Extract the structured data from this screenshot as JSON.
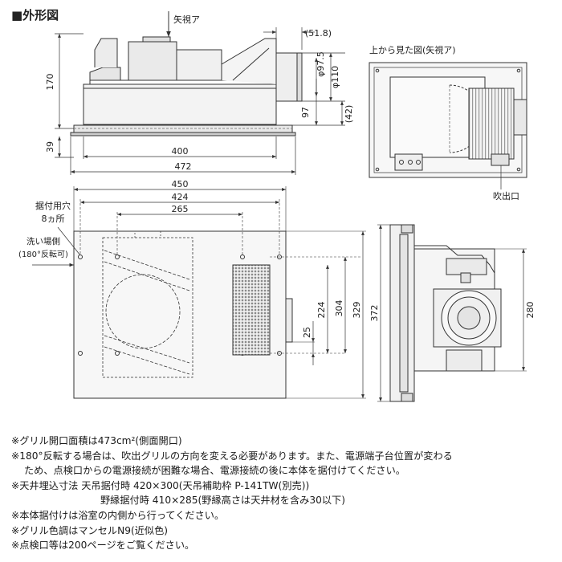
{
  "heading": "■外形図",
  "side_view": {
    "arrow_label": "矢視ア",
    "dims": {
      "offset": "(51.8)",
      "height": "170",
      "bottom": "39",
      "duct_inner": "φ97.5",
      "duct_outer": "φ110",
      "duct_center": "97",
      "duct_gap": "(42)",
      "width_inner": "400",
      "width_outer": "472"
    }
  },
  "top_view": {
    "title": "上から見た図(矢視ア)",
    "outlet_label": "吹出口"
  },
  "plan_view": {
    "mount_holes_label": "据付用穴",
    "mount_holes_count": "8ヵ所",
    "wash_side_label": "洗い場側",
    "wash_side_note": "(180°反転可)",
    "dims": {
      "w450": "450",
      "w424": "424",
      "w265": "265",
      "h224": "224",
      "h304": "304",
      "h329": "329",
      "d25": "25"
    }
  },
  "end_view": {
    "dims": {
      "h372": "372",
      "h280": "280"
    }
  },
  "notes": [
    {
      "text": "※グリル開口面積は473cm²(側面開口)",
      "indent": 0
    },
    {
      "text": "※180°反転する場合は、吹出グリルの方向を変える必要があります。また、電源端子台位置が変わる",
      "indent": 0
    },
    {
      "text": "ため、点検口からの電源接続が困難な場合、電源接続の後に本体を据付けてください。",
      "indent": 1
    },
    {
      "text": "※天井埋込寸法 天吊据付時 420×300(天吊補助枠 P-141TW(別売))",
      "indent": 0
    },
    {
      "text": "野縁据付時 410×285(野縁高さは天井材を含み30以下)",
      "indent": 2
    },
    {
      "text": "※本体据付けは浴室の内側から行ってください。",
      "indent": 0
    },
    {
      "text": "※グリル色調はマンセルN9(近似色)",
      "indent": 0
    },
    {
      "text": "※点検口等は200ページをご覧ください。",
      "indent": 0
    }
  ]
}
